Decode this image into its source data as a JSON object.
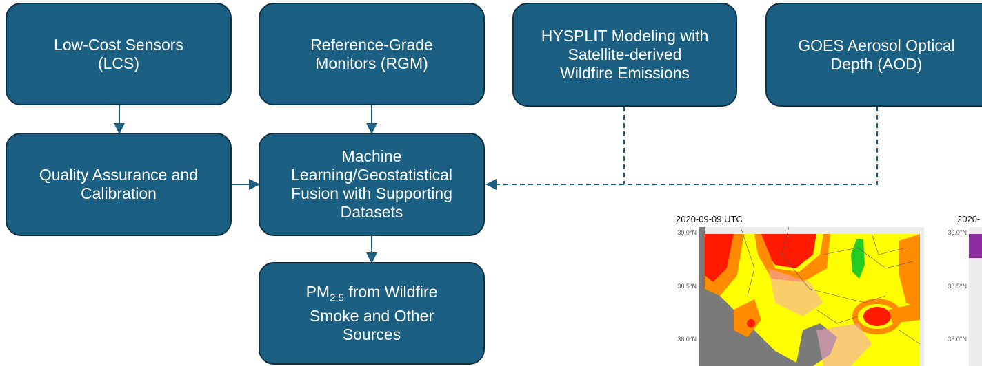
{
  "boxes": {
    "lcs": {
      "lines": [
        "Low-Cost Sensors",
        "(LCS)"
      ]
    },
    "rgm": {
      "lines": [
        "Reference-Grade",
        "Monitors (RGM)"
      ]
    },
    "hysplit": {
      "lines": [
        "HYSPLIT Modeling with",
        "Satellite-derived",
        "Wildfire Emissions"
      ]
    },
    "goes": {
      "lines": [
        "GOES Aerosol Optical",
        "Depth (AOD)"
      ]
    },
    "qa": {
      "lines": [
        "Quality Assurance and",
        "Calibration"
      ]
    },
    "fusion": {
      "lines": [
        "Machine",
        "Learning/Geostatistical",
        "Fusion with Supporting",
        "Datasets"
      ]
    },
    "pm": {
      "pm_prefix": "PM",
      "pm_subscript": "2.5",
      "pm_suffix": " from Wildfire",
      "lines": [
        "Smoke and Other",
        "Sources"
      ]
    }
  },
  "maps": {
    "map1": {
      "title": "2020-09-09 UTC",
      "y_ticks": [
        "39.0°N",
        "38.5°N",
        "38.0°N"
      ]
    },
    "map2": {
      "title": "2020-",
      "y_ticks": [
        "39.0°N",
        "38.5°N",
        "38.0°N"
      ]
    }
  },
  "colors": {
    "box_fill": "#1b5f82",
    "box_border": "#0e3144",
    "arrow": "#1b5f82",
    "map_red": "#ff1a00",
    "map_orange": "#ff8c00",
    "map_yellow": "#ffff00",
    "map_green": "#22cc22",
    "map_pink": "#f4a6c0",
    "map_purple": "#8e2aa0",
    "water_gray": "#7a7a7a"
  }
}
